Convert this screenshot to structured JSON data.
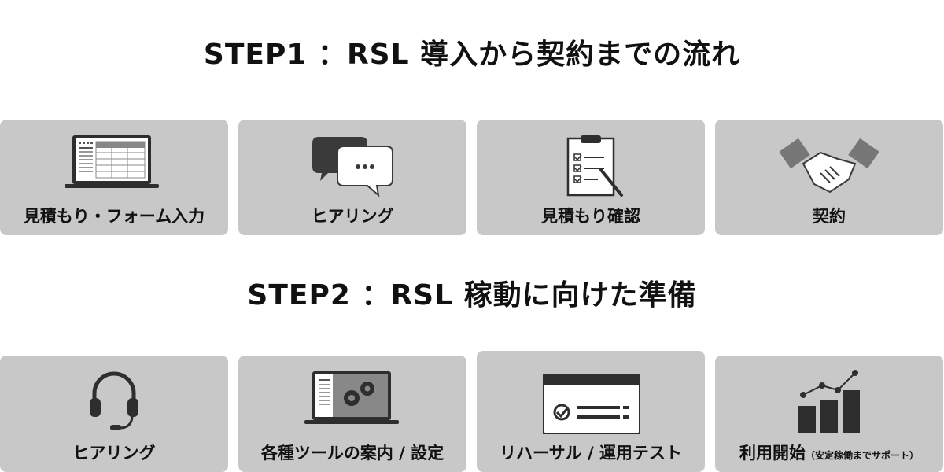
{
  "step1": {
    "title": "STEP1 ：RSL 導入から契約までの流れ",
    "cards": [
      {
        "label": "見積もり・フォーム入力",
        "icon": "laptop-form-icon"
      },
      {
        "label": "ヒアリング",
        "icon": "chat-bubbles-icon"
      },
      {
        "label": "見積もり確認",
        "icon": "clipboard-checklist-icon"
      },
      {
        "label": "契約",
        "icon": "handshake-icon"
      }
    ]
  },
  "step2": {
    "title": "STEP2 ：RSL 稼動に向けた準備",
    "cards": [
      {
        "label": "ヒアリング",
        "icon": "headset-icon"
      },
      {
        "label": "各種ツールの案内 / 設定",
        "icon": "laptop-gears-icon"
      },
      {
        "label": "リハーサル / 運用テスト",
        "icon": "test-window-icon"
      },
      {
        "label": "利用開始",
        "label_note": "（安定稼働までサポート）",
        "icon": "growth-chart-icon"
      }
    ]
  },
  "colors": {
    "card_bg": "#c8c8c8",
    "icon_dark": "#3a3a3a",
    "icon_mid": "#777777",
    "text": "#111111"
  }
}
